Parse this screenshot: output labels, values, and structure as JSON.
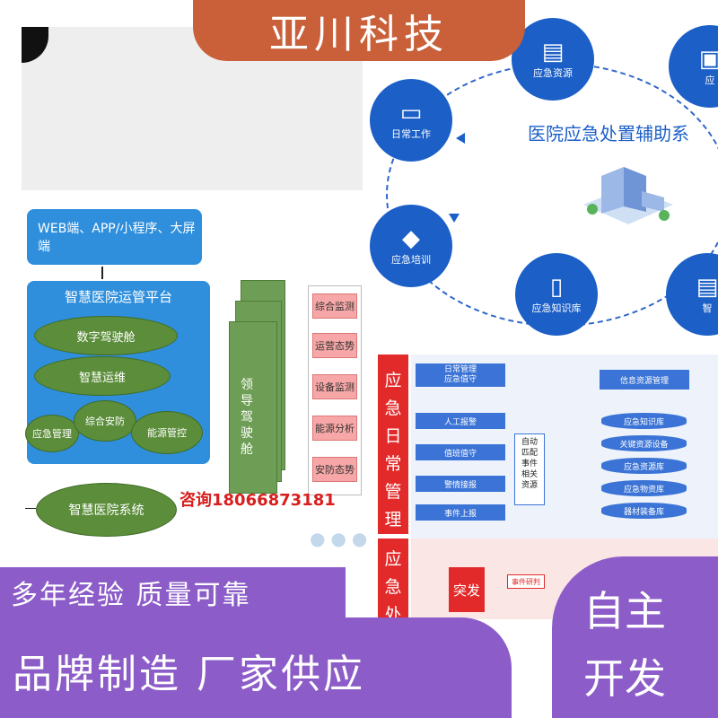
{
  "banner": {
    "title": "亚川科技"
  },
  "left": {
    "web_bar": "WEB端、APP/小程序、大屏端",
    "platform_title": "智慧医院运管平台",
    "ovals": [
      "数字驾驶舱",
      "智慧运维",
      "应急管理",
      "综合安防",
      "能源管控"
    ],
    "system_oval": "智慧医院系统",
    "cabin_label": "领导驾驶舱",
    "modules": [
      "综合监测",
      "运营态势",
      "设备监测",
      "能源分析",
      "安防态势"
    ],
    "consult": "咨询18066873181"
  },
  "right": {
    "title": "医院应急处置辅助系",
    "circles": [
      {
        "label": "应急资源",
        "icon": "box-icon"
      },
      {
        "label": "日常工作",
        "icon": "monitor-icon"
      },
      {
        "label": "应急培训",
        "icon": "graduation-cap-icon"
      },
      {
        "label": "应急知识库",
        "icon": "book-icon"
      },
      {
        "label": "应",
        "icon": "clipboard-icon"
      },
      {
        "label": "智",
        "icon": "document-icon"
      }
    ]
  },
  "flow": {
    "section1": "应急日常管理",
    "section2": "应急处",
    "boxes": [
      "日常管理\n应急值守",
      "人工报警",
      "值班值守",
      "警情接报",
      "事件上报"
    ],
    "side_note": "自动匹配事件相关资源",
    "info_title": "信息资源管理",
    "databases": [
      "应急知识库",
      "关键资源设备",
      "应急资源库",
      "应急物资库",
      "器材装备库"
    ],
    "event": "突发",
    "event_tag": "事件研判"
  },
  "bottom": {
    "experience": "多年经验  质量可靠",
    "brand": "品牌制造  厂家供应",
    "right_line1": "自主",
    "right_line2": "开发"
  },
  "colors": {
    "banner": "#c9603a",
    "purple": "#8c5cc8",
    "blue": "#2f8fdc",
    "green": "#5b8d3a",
    "red": "#e32a2a",
    "navy": "#1b5fc7"
  }
}
